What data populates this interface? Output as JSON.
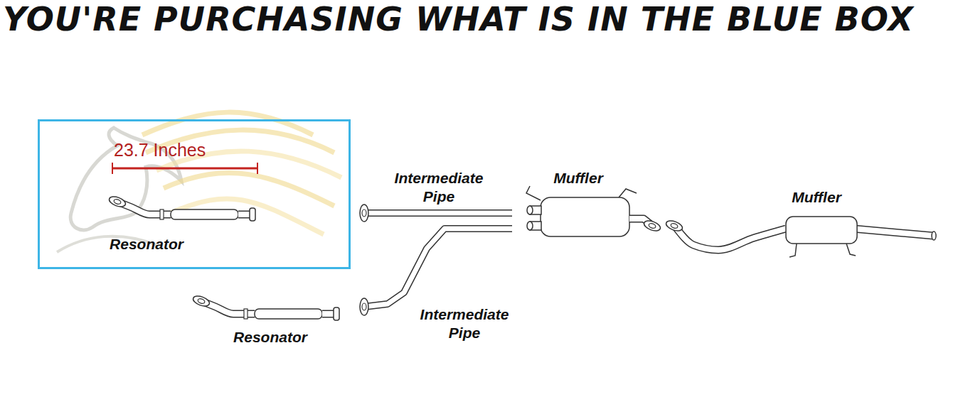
{
  "diagram": {
    "title": "YOU'RE PURCHASING WHAT IS IN THE BLUE BOX",
    "nodes": [
      {
        "text": [
          "23.7 Inches",
          "Resonator"
        ]
      }
    ],
    "labels": [
      "Intermediate Pipe",
      "Muffler",
      "Muffler",
      "Resonator",
      "Intermediate Pipe"
    ]
  }
}
